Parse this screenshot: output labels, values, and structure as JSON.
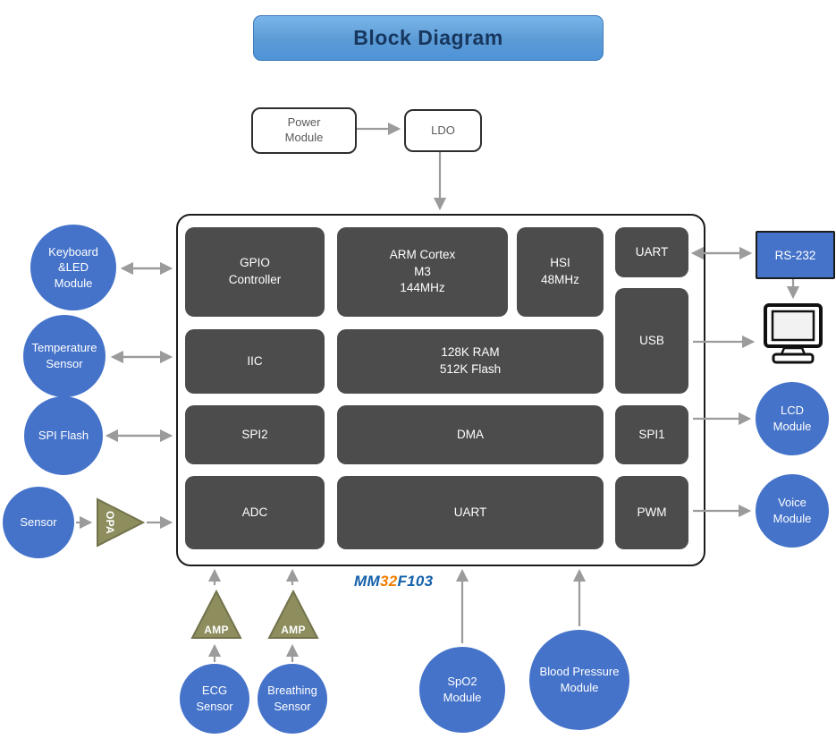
{
  "title": "Block Diagram",
  "power_module": {
    "label": "Power\nModule"
  },
  "ldo": {
    "label": "LDO"
  },
  "chip": {
    "gpio": "GPIO\nController",
    "arm": "ARM Cortex\nM3\n144MHz",
    "hsi": "HSI\n48MHz",
    "uart_top": "UART",
    "iic": "IIC",
    "ram": "128K RAM\n512K Flash",
    "usb": "USB",
    "spi2": "SPI2",
    "dma": "DMA",
    "spi1": "SPI1",
    "adc": "ADC",
    "uart_bottom": "UART",
    "pwm": "PWM"
  },
  "logo": {
    "part1": "MM",
    "part2": "32",
    "part3": "F103"
  },
  "left": {
    "keyboard": "Keyboard\n&LED\nModule",
    "temperature": "Temperature\nSensor",
    "spi_flash": "SPI Flash",
    "sensor": "Sensor",
    "opa": "OPA"
  },
  "right": {
    "rs232": "RS-232",
    "monitor_icon": "crt-monitor",
    "lcd": "LCD\nModule",
    "voice": "Voice\nModule"
  },
  "bottom": {
    "amp1": "AMP",
    "amp2": "AMP",
    "ecg": "ECG\nSensor",
    "breathing": "Breathing\nSensor",
    "spo2": "SpO2\nModule",
    "blood_pressure": "Blood Pressure\nModule"
  },
  "colors": {
    "block_gray": "#4c4c4c",
    "circle_blue": "#4573c9",
    "olive": "#8d8d5e",
    "arrow_gray": "#9b9b9b",
    "title_blue": "#5b9bd5",
    "logo_blue": "#1460aa",
    "logo_orange": "#f07d00"
  }
}
